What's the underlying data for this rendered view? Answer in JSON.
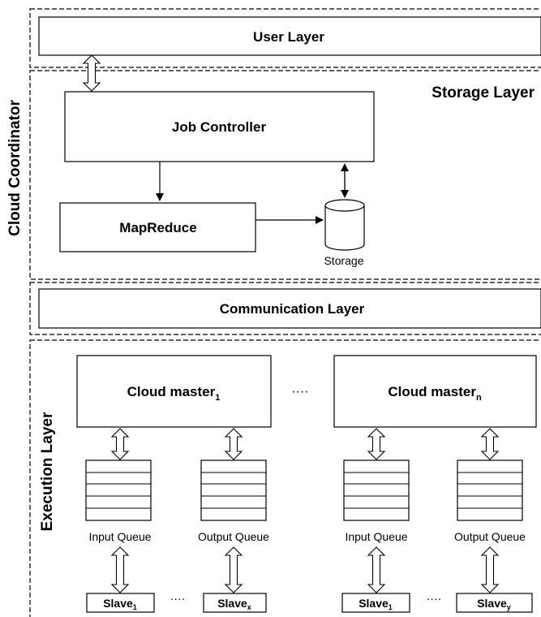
{
  "layers": {
    "user": "User Layer",
    "storage": "Storage Layer",
    "cloud_coordinator": "Cloud Coordinator",
    "communication": "Communication Layer",
    "execution": "Execution Layer"
  },
  "storage_layer": {
    "job_controller": "Job Controller",
    "mapreduce": "MapReduce",
    "storage": "Storage"
  },
  "execution_layer": {
    "masters": [
      {
        "name": "Cloud master",
        "sub": "1"
      },
      {
        "name": "Cloud master",
        "sub": "n"
      }
    ],
    "master_ellipsis": "····",
    "queues": {
      "input": "Input Queue",
      "output": "Output Queue"
    },
    "slaves": [
      {
        "name": "Slave",
        "sub": "1"
      },
      {
        "name": "Slave",
        "sub": "x"
      },
      {
        "name": "Slave",
        "sub": "1"
      },
      {
        "name": "Slave",
        "sub": "y"
      }
    ],
    "slave_ellipsis": "····"
  }
}
